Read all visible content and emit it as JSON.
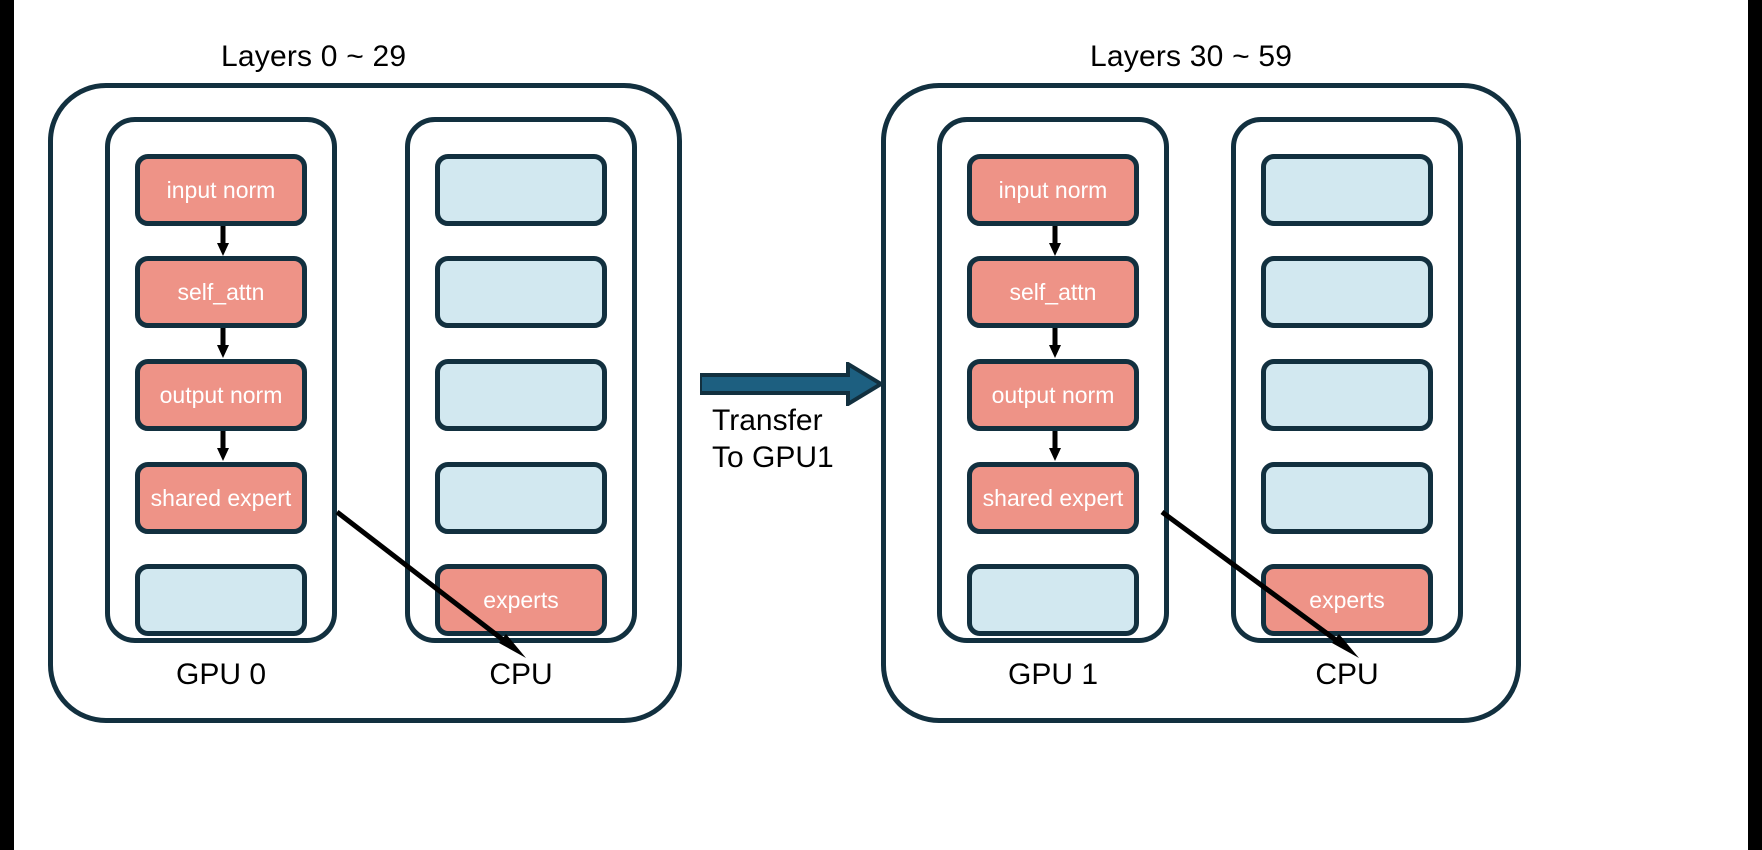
{
  "colors": {
    "active_fill": "#ee9387",
    "idle_fill": "#d2e8f0",
    "outline": "#12303f",
    "transfer_arrow": "#1d5f80",
    "background": "#ffffff",
    "frame": "#000000"
  },
  "panels": [
    {
      "title": "Layers 0 ~ 29",
      "gpu": {
        "label": "GPU 0",
        "units": [
          {
            "text": "input norm",
            "state": "active"
          },
          {
            "text": "self_attn",
            "state": "active"
          },
          {
            "text": "output norm",
            "state": "active"
          },
          {
            "text": "shared expert",
            "state": "active"
          },
          {
            "text": "",
            "state": "idle"
          }
        ]
      },
      "cpu": {
        "label": "CPU",
        "units": [
          {
            "text": "",
            "state": "idle"
          },
          {
            "text": "",
            "state": "idle"
          },
          {
            "text": "",
            "state": "idle"
          },
          {
            "text": "",
            "state": "idle"
          },
          {
            "text": "experts",
            "state": "active"
          }
        ]
      }
    },
    {
      "title": "Layers 30 ~ 59",
      "gpu": {
        "label": "GPU 1",
        "units": [
          {
            "text": "input norm",
            "state": "active"
          },
          {
            "text": "self_attn",
            "state": "active"
          },
          {
            "text": "output norm",
            "state": "active"
          },
          {
            "text": "shared expert",
            "state": "active"
          },
          {
            "text": "",
            "state": "idle"
          }
        ]
      },
      "cpu": {
        "label": "CPU",
        "units": [
          {
            "text": "",
            "state": "idle"
          },
          {
            "text": "",
            "state": "idle"
          },
          {
            "text": "",
            "state": "idle"
          },
          {
            "text": "",
            "state": "idle"
          },
          {
            "text": "experts",
            "state": "active"
          }
        ]
      }
    }
  ],
  "transfer": {
    "label": "Transfer\nTo GPU1",
    "line1": "Transfer",
    "line2": "To GPU1",
    "direction": "left-to-right"
  },
  "icons": {
    "flow_arrow": "down-arrow-icon",
    "dispatch_arrow": "diagonal-arrow-icon",
    "transfer_arrow": "right-arrow-icon"
  }
}
